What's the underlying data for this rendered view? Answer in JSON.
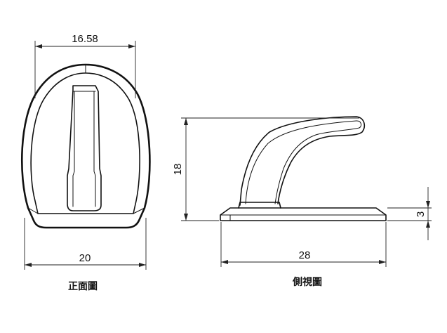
{
  "front_view": {
    "caption": "正面圖",
    "dim_top": "16.58",
    "dim_bottom": "20"
  },
  "side_view": {
    "caption": "側視圖",
    "dim_height": "18",
    "dim_thickness": "3",
    "dim_length": "28"
  }
}
